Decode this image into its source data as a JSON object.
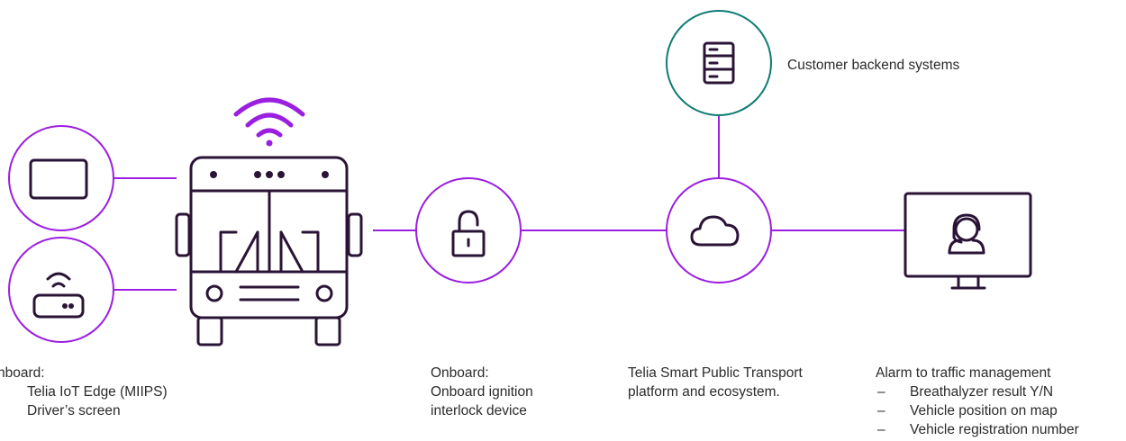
{
  "colors": {
    "purple": "#9b1fe0",
    "teal": "#0e7c73",
    "dark": "#2a1436",
    "text": "#2b2b2b"
  },
  "icons": [
    "tablet-icon",
    "router-icon",
    "bus-icon",
    "wifi-icon",
    "lock-icon",
    "cloud-icon",
    "server-icon",
    "monitor-operator-icon"
  ],
  "labels": {
    "onboard_left": {
      "title": "nboard:",
      "items": [
        "Telia IoT Edge (MIIPS)",
        "Driver’s screen"
      ]
    },
    "onboard_lock": {
      "lines": [
        "Onboard:",
        "Onboard ignition",
        "interlock device"
      ]
    },
    "platform": {
      "lines": [
        "Telia Smart Public Transport",
        "platform and ecosystem."
      ]
    },
    "backend": "Customer backend systems",
    "alarm": {
      "title": "Alarm to traffic management",
      "dash": "–",
      "items": [
        "Breathalyzer result Y/N",
        "Vehicle position on map",
        "Vehicle registration number"
      ]
    }
  }
}
